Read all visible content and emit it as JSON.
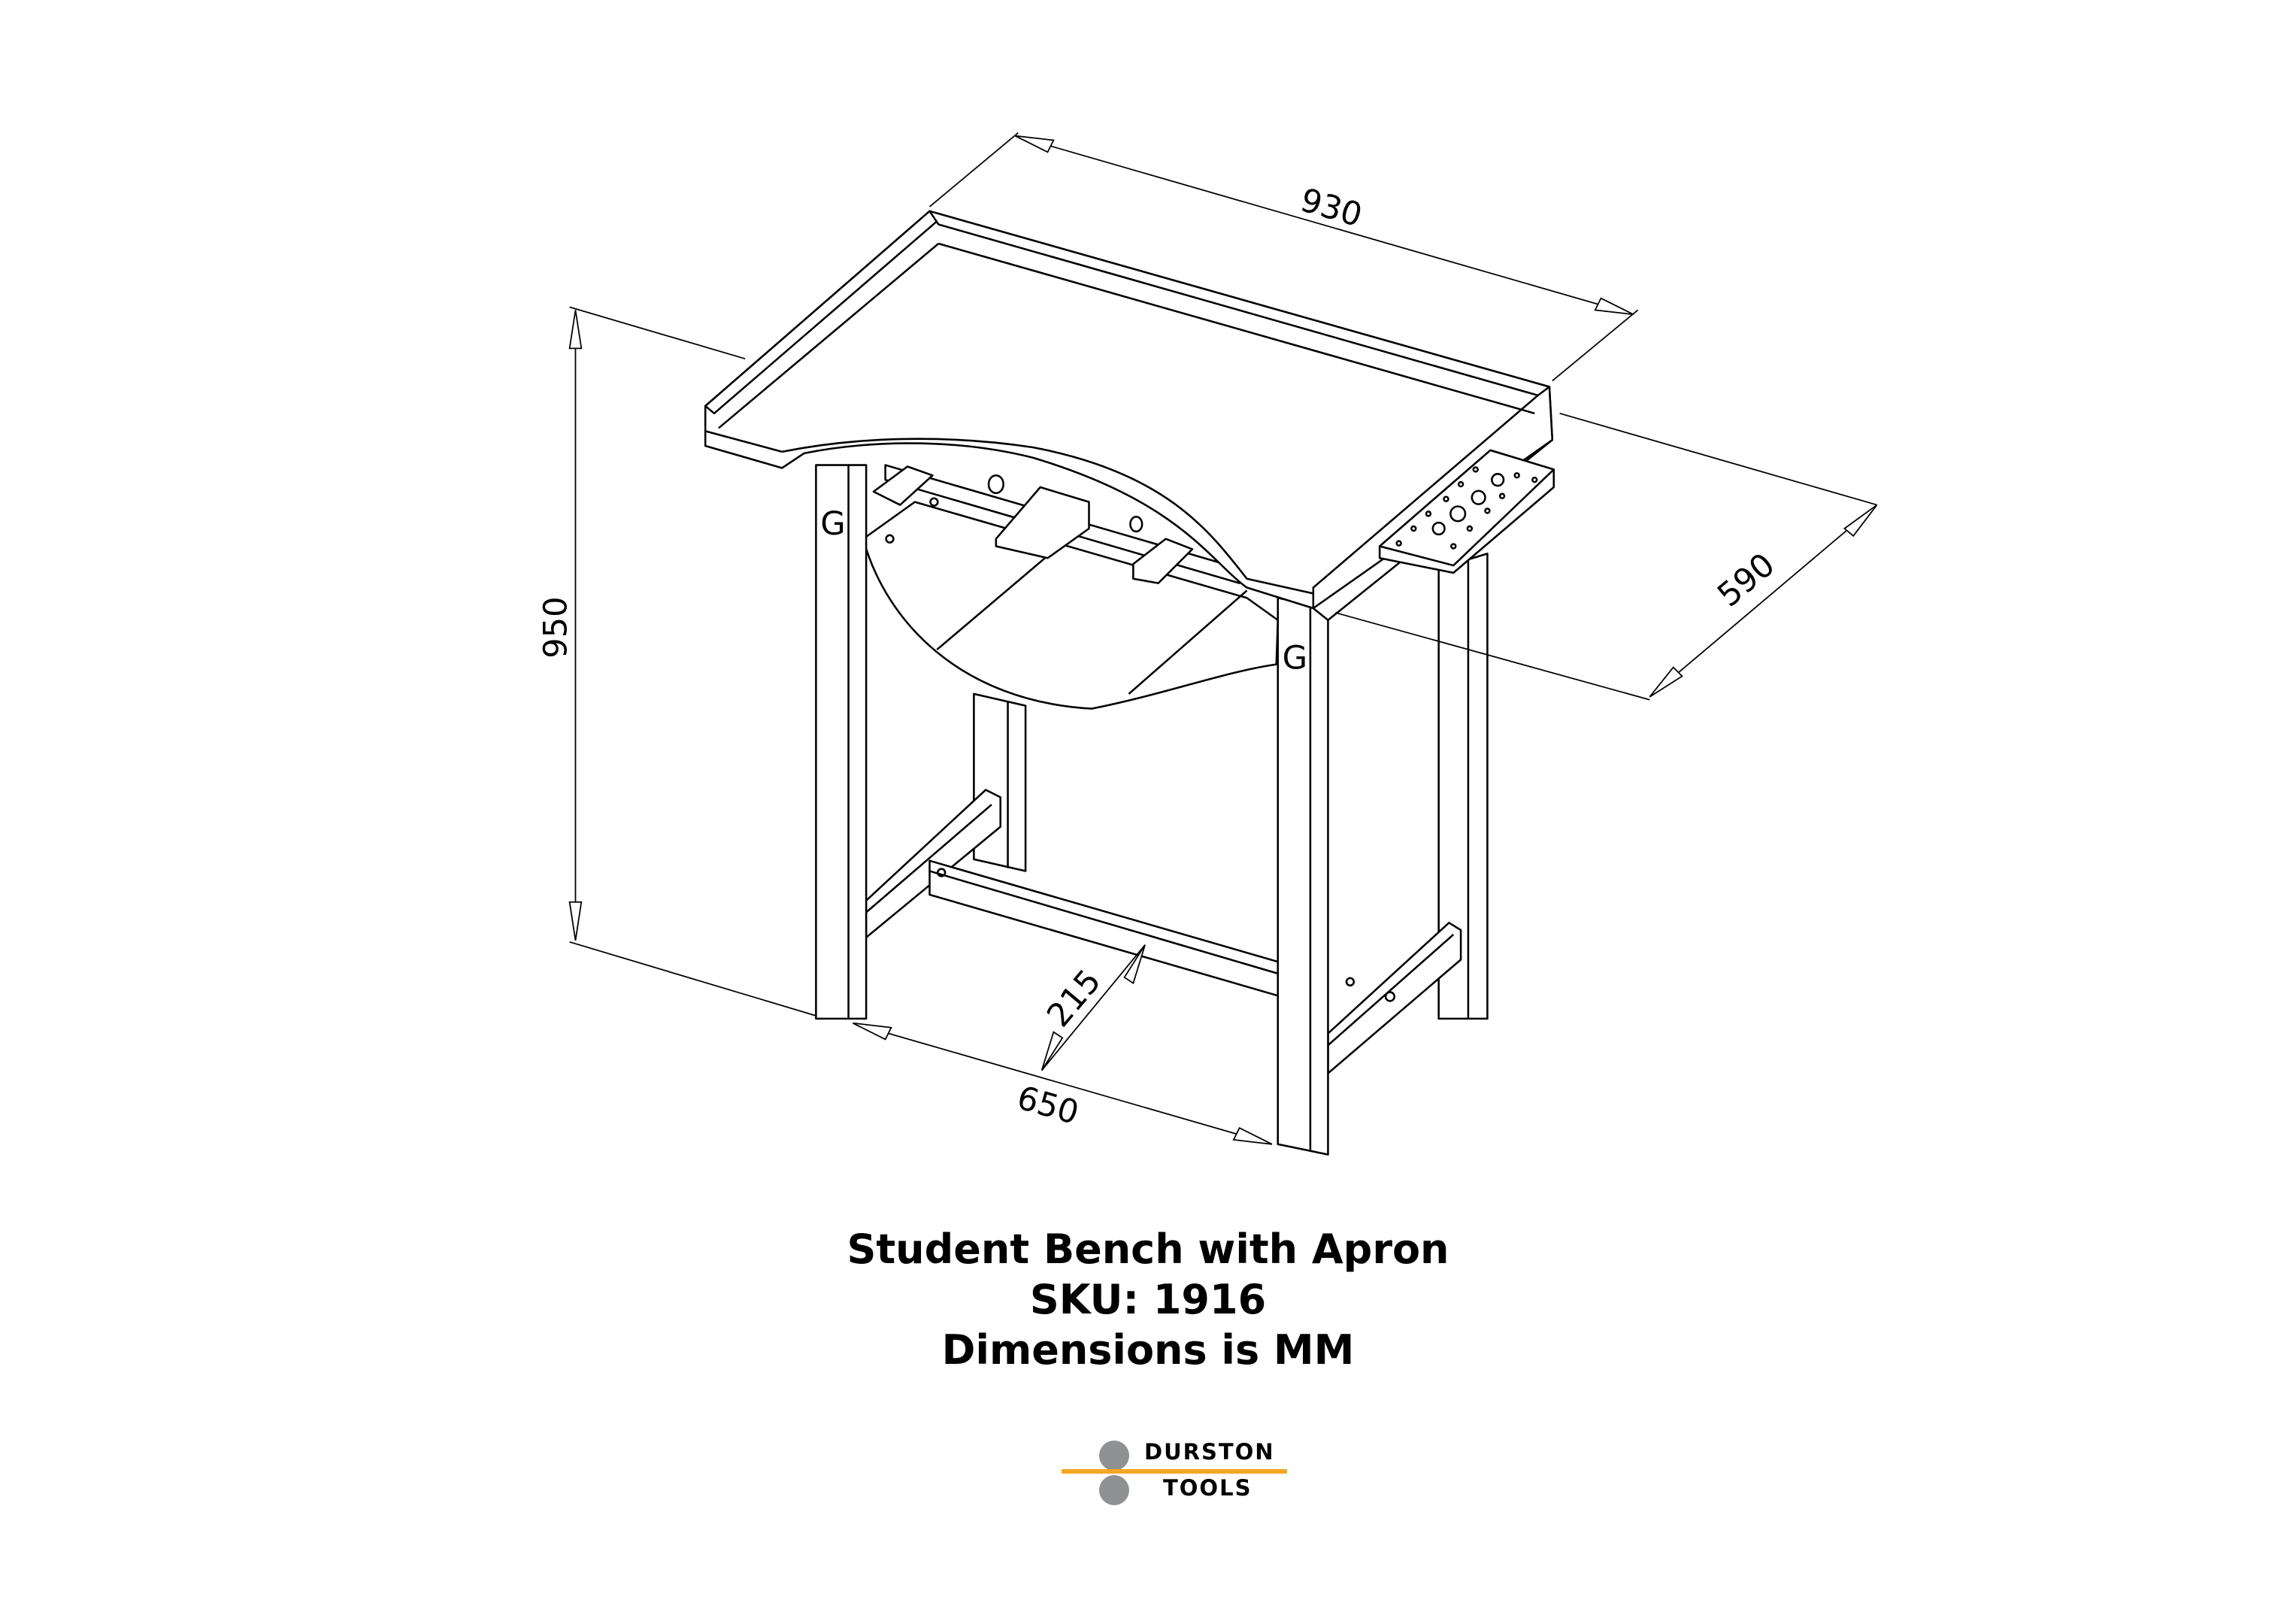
{
  "dimensions": {
    "width": "930",
    "height": "950",
    "depth": "590",
    "leg_span": "650",
    "stretcher_offset": "215"
  },
  "caption": {
    "title": "Student Bench with Apron",
    "sku": "SKU: 1916",
    "units": "Dimensions is MM"
  },
  "logo": {
    "line1": "DURSTON",
    "line2": "TOOLS",
    "accent_color": "#f5a623",
    "circle_color": "#8f9193"
  }
}
